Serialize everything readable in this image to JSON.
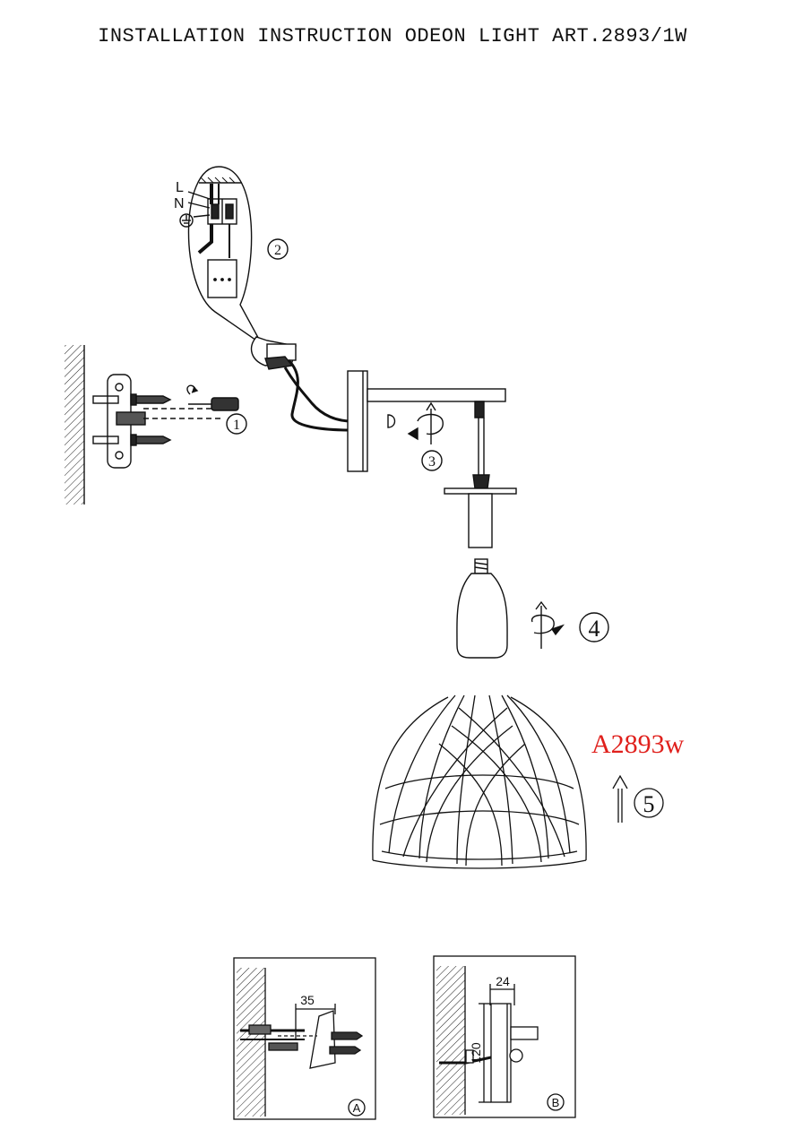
{
  "title": "INSTALLATION INSTRUCTION ODEON LIGHT ART.2893/1W",
  "model_label": "A2893w",
  "steps": [
    "1",
    "2",
    "3",
    "4",
    "5"
  ],
  "wiring": {
    "live": "L",
    "neutral": "N"
  },
  "detail_a": {
    "marker": "A",
    "dimension": "35"
  },
  "detail_b": {
    "marker": "B",
    "width": "24",
    "height": "120"
  },
  "colors": {
    "model_label": "#e0201c",
    "line": "#111111"
  }
}
